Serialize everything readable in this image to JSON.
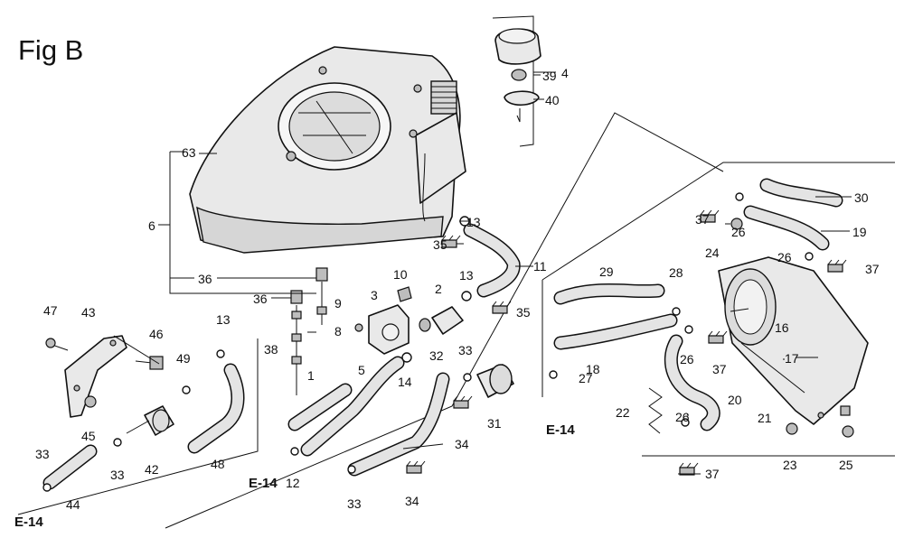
{
  "figure": {
    "title": "Fig B"
  },
  "callouts": {
    "c1": "1",
    "c2": "2",
    "c3": "3",
    "c4": "4",
    "c5": "5",
    "c6": "6",
    "c8": "8",
    "c9": "9",
    "c10": "10",
    "c11": "11",
    "c12": "12",
    "c13a": "13",
    "c13b": "13",
    "c13c": "13",
    "c14": "14",
    "c16": "16",
    "c17": "17",
    "c18": "18",
    "c19": "19",
    "c20": "20",
    "c21": "21",
    "c22": "22",
    "c23": "23",
    "c24": "24",
    "c25": "25",
    "c26a": "26",
    "c26b": "26",
    "c26c": "26",
    "c26d": "26",
    "c27": "27",
    "c28": "28",
    "c29": "29",
    "c30": "30",
    "c31": "31",
    "c32": "32",
    "c33a": "33",
    "c33b": "33",
    "c33c": "33",
    "c33d": "33",
    "c34a": "34",
    "c34b": "34",
    "c35a": "35",
    "c35b": "35",
    "c36a": "36",
    "c36b": "36",
    "c37a": "37",
    "c37b": "37",
    "c37c": "37",
    "c37d": "37",
    "c38": "38",
    "c39": "39",
    "c40": "40",
    "c42": "42",
    "c43": "43",
    "c44": "44",
    "c45": "45",
    "c46": "46",
    "c47": "47",
    "c48": "48",
    "c49": "49",
    "c63": "63"
  },
  "references": {
    "e14a": "E-14",
    "e14b": "E-14",
    "e14c": "E-14"
  }
}
